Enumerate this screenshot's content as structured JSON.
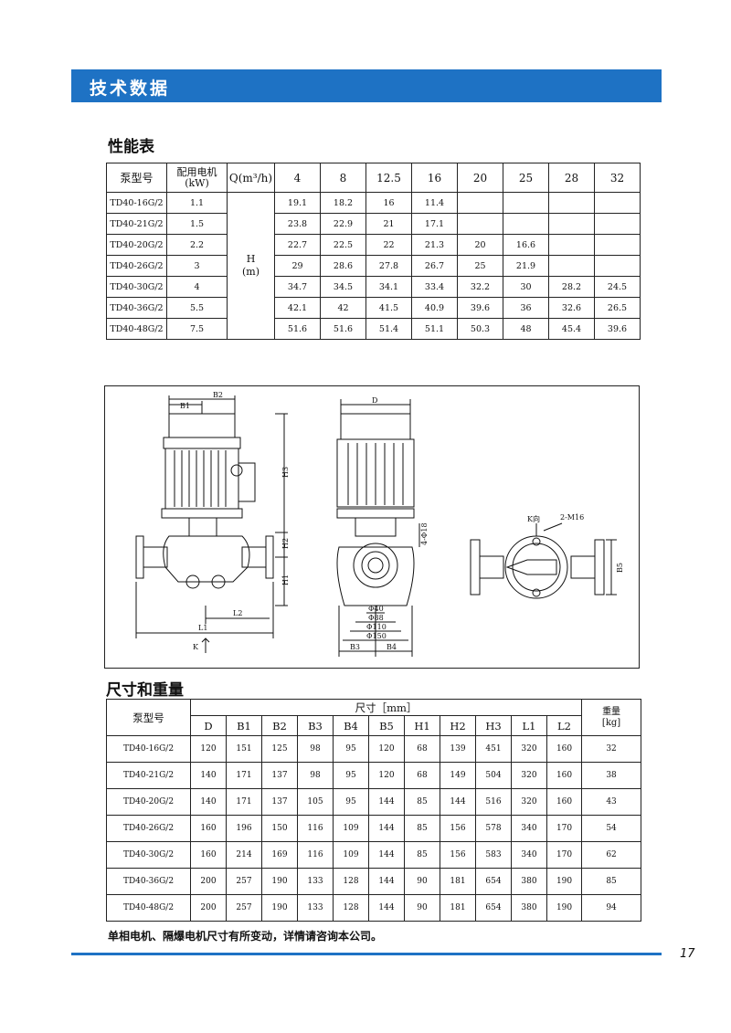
{
  "header": {
    "title": "技术数据"
  },
  "performance": {
    "title": "性能表",
    "col_model": "泵型号",
    "col_motor": "配用电机",
    "col_motor_unit": "(kW)",
    "col_q": "Q(m³/h)",
    "head_symbol": "H",
    "head_unit": "(m)",
    "flows": [
      "4",
      "8",
      "12.5",
      "16",
      "20",
      "25",
      "28",
      "32"
    ],
    "rows": [
      {
        "model": "TD40-16G/2",
        "kw": "1.1",
        "h": [
          "19.1",
          "18.2",
          "16",
          "11.4",
          "",
          "",
          "",
          ""
        ]
      },
      {
        "model": "TD40-21G/2",
        "kw": "1.5",
        "h": [
          "23.8",
          "22.9",
          "21",
          "17.1",
          "",
          "",
          "",
          ""
        ]
      },
      {
        "model": "TD40-20G/2",
        "kw": "2.2",
        "h": [
          "22.7",
          "22.5",
          "22",
          "21.3",
          "20",
          "16.6",
          "",
          ""
        ]
      },
      {
        "model": "TD40-26G/2",
        "kw": "3",
        "h": [
          "29",
          "28.6",
          "27.8",
          "26.7",
          "25",
          "21.9",
          "",
          ""
        ]
      },
      {
        "model": "TD40-30G/2",
        "kw": "4",
        "h": [
          "34.7",
          "34.5",
          "34.1",
          "33.4",
          "32.2",
          "30",
          "28.2",
          "24.5"
        ]
      },
      {
        "model": "TD40-36G/2",
        "kw": "5.5",
        "h": [
          "42.1",
          "42",
          "41.5",
          "40.9",
          "39.6",
          "36",
          "32.6",
          "26.5"
        ]
      },
      {
        "model": "TD40-48G/2",
        "kw": "7.5",
        "h": [
          "51.6",
          "51.6",
          "51.4",
          "51.1",
          "50.3",
          "48",
          "45.4",
          "39.6"
        ]
      }
    ]
  },
  "drawing": {
    "labels": {
      "b1": "B1",
      "b2": "B2",
      "h3": "H3",
      "h2": "H2",
      "h1": "H1",
      "l2": "L2",
      "l1": "L1",
      "k": "K",
      "d": "D",
      "holes": "4-Φ18",
      "d40": "Φ40",
      "d88": "Φ88",
      "d110": "Φ110",
      "d150": "Φ150",
      "b3": "B3",
      "b4": "B4",
      "kdir": "K向",
      "m16": "2-M16",
      "b5": "B5"
    }
  },
  "dimensions": {
    "title": "尺寸和重量",
    "col_model": "泵型号",
    "col_size": "尺寸［mm］",
    "col_weight": "重量",
    "col_weight_unit": "[kg]",
    "columns": [
      "D",
      "B1",
      "B2",
      "B3",
      "B4",
      "B5",
      "H1",
      "H2",
      "H3",
      "L1",
      "L2"
    ],
    "rows": [
      {
        "model": "TD40-16G/2",
        "vals": [
          "120",
          "151",
          "125",
          "98",
          "95",
          "120",
          "68",
          "139",
          "451",
          "320",
          "160"
        ],
        "weight": "32"
      },
      {
        "model": "TD40-21G/2",
        "vals": [
          "140",
          "171",
          "137",
          "98",
          "95",
          "120",
          "68",
          "149",
          "504",
          "320",
          "160"
        ],
        "weight": "38"
      },
      {
        "model": "TD40-20G/2",
        "vals": [
          "140",
          "171",
          "137",
          "105",
          "95",
          "144",
          "85",
          "144",
          "516",
          "320",
          "160"
        ],
        "weight": "43"
      },
      {
        "model": "TD40-26G/2",
        "vals": [
          "160",
          "196",
          "150",
          "116",
          "109",
          "144",
          "85",
          "156",
          "578",
          "340",
          "170"
        ],
        "weight": "54"
      },
      {
        "model": "TD40-30G/2",
        "vals": [
          "160",
          "214",
          "169",
          "116",
          "109",
          "144",
          "85",
          "156",
          "583",
          "340",
          "170"
        ],
        "weight": "62"
      },
      {
        "model": "TD40-36G/2",
        "vals": [
          "200",
          "257",
          "190",
          "133",
          "128",
          "144",
          "90",
          "181",
          "654",
          "380",
          "190"
        ],
        "weight": "85"
      },
      {
        "model": "TD40-48G/2",
        "vals": [
          "200",
          "257",
          "190",
          "133",
          "128",
          "144",
          "90",
          "181",
          "654",
          "380",
          "190"
        ],
        "weight": "94"
      }
    ]
  },
  "note": "单相电机、隔爆电机尺寸有所变动，详情请咨询本公司。",
  "page_number": "17"
}
